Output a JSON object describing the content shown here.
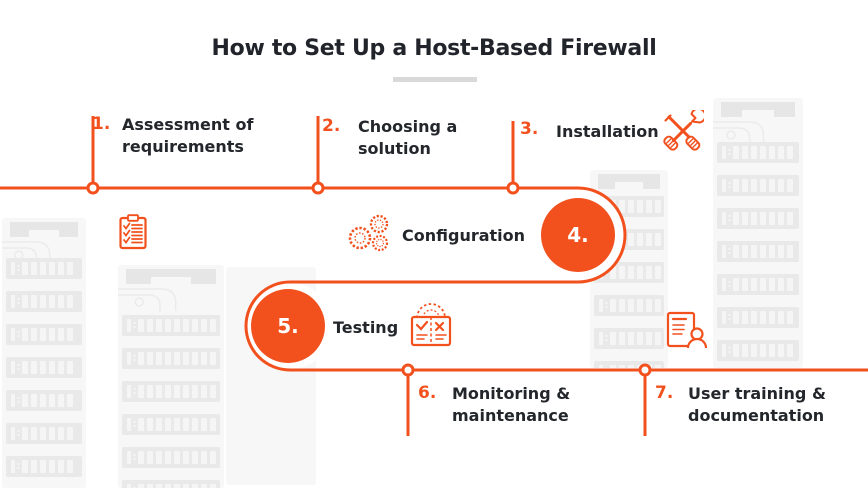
{
  "title": "How to Set Up a Host-Based Firewall",
  "steps": [
    {
      "number": "1.",
      "lines": [
        "Assessment of",
        "requirements"
      ],
      "icon": "clipboard-checklist"
    },
    {
      "number": "2.",
      "lines": [
        "Choosing a",
        "solution"
      ],
      "icon": ""
    },
    {
      "number": "3.",
      "lines": [
        "Installation"
      ],
      "icon": "crossed-tools"
    },
    {
      "number": "4.",
      "lines": [
        "Configuration"
      ],
      "icon": "gears"
    },
    {
      "number": "5.",
      "lines": [
        "Testing"
      ],
      "icon": "test-checklist"
    },
    {
      "number": "6.",
      "lines": [
        "Monitoring &",
        "maintenance"
      ],
      "icon": ""
    },
    {
      "number": "7.",
      "lines": [
        "User training &",
        "documentation"
      ],
      "icon": "user-document"
    }
  ],
  "colors": {
    "accent": "#F2511E",
    "heading": "#21242A",
    "label": "#23262B",
    "divider": "#D9D9D9",
    "tower_bg": "#F7F7F7",
    "tower_row": "#E9E9E9",
    "tower_slat": "#F5F5F5",
    "tower_header": "#E6E6E6",
    "tower_cable": "#EBEBEB",
    "circle_number_text": "#FFFFFF"
  }
}
